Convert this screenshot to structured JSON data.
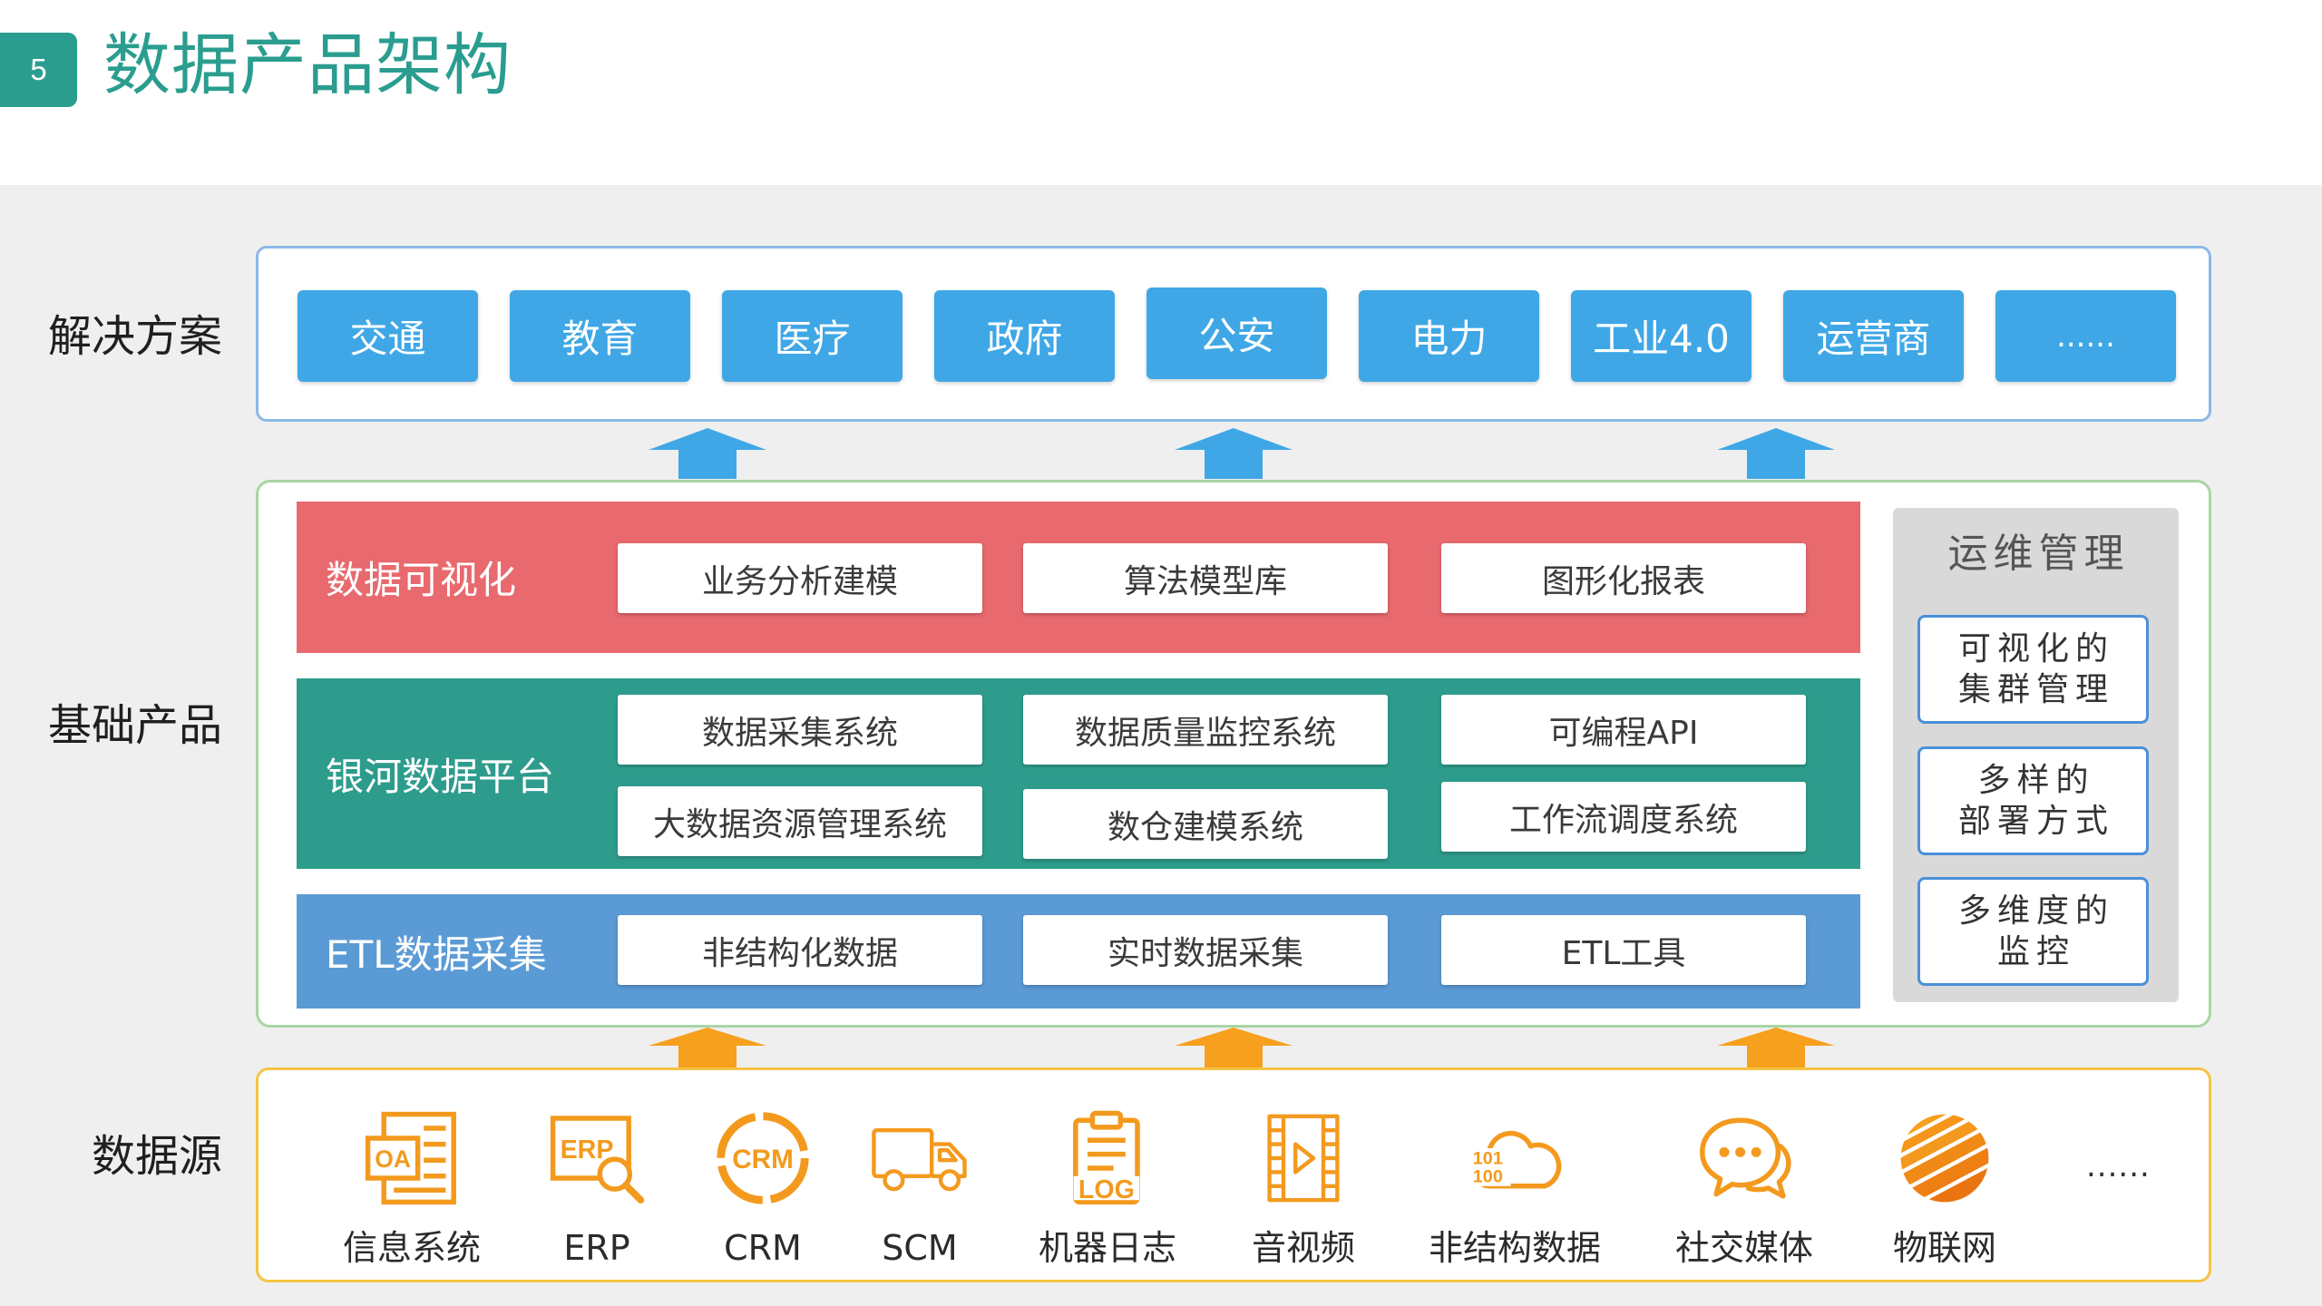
{
  "slide": {
    "number": "5",
    "title": "数据产品架构"
  },
  "row_labels": {
    "solutions": "解决方案",
    "base_products": "基础产品",
    "data_sources": "数据源"
  },
  "solutions": {
    "items": [
      "交通",
      "教育",
      "医疗",
      "政府",
      "公安",
      "电力",
      "工业4.0",
      "运营商",
      "......"
    ]
  },
  "base_products": {
    "layers": [
      {
        "label": "数据可视化",
        "items": [
          "业务分析建模",
          "算法模型库",
          "图形化报表"
        ]
      },
      {
        "label": "银河数据平台",
        "items": [
          "数据采集系统",
          "数据质量监控系统",
          "可编程API",
          "大数据资源管理系统",
          "数仓建模系统",
          "工作流调度系统"
        ]
      },
      {
        "label": "ETL数据采集",
        "items": [
          "非结构化数据",
          "实时数据采集",
          "ETL工具"
        ]
      }
    ],
    "ops": {
      "title": "运维管理",
      "items": [
        {
          "line1": "可视化的",
          "line2": "集群管理"
        },
        {
          "line1": "多样的",
          "line2": "部署方式"
        },
        {
          "line1": "多维度的",
          "line2": "监控"
        }
      ]
    }
  },
  "data_sources": {
    "items": [
      {
        "label": "信息系统",
        "icon": "oa-document-icon",
        "icon_text": "OA"
      },
      {
        "label": "ERP",
        "icon": "erp-search-icon",
        "icon_text": "ERP"
      },
      {
        "label": "CRM",
        "icon": "crm-ring-icon",
        "icon_text": "CRM"
      },
      {
        "label": "SCM",
        "icon": "truck-icon"
      },
      {
        "label": "机器日志",
        "icon": "log-clipboard-icon",
        "icon_text": "LOG"
      },
      {
        "label": "音视频",
        "icon": "film-play-icon"
      },
      {
        "label": "非结构数据",
        "icon": "binary-cloud-icon",
        "icon_text": [
          "101",
          "100"
        ]
      },
      {
        "label": "社交媒体",
        "icon": "chat-bubbles-icon"
      },
      {
        "label": "物联网",
        "icon": "striped-globe-icon"
      }
    ],
    "more": "......"
  },
  "colors": {
    "accent_teal": "#2a9d8f",
    "solution_button": "#3fa7e6",
    "visualization_layer": "#e8696e",
    "platform_layer": "#2e9c8c",
    "etl_layer": "#5b9bd5",
    "ops_panel": "#d9d9d9",
    "ops_border": "#4a90d9",
    "source_icon": "#f39a1e",
    "arrow_blue": "#3fa7e6",
    "arrow_orange": "#f7a01d"
  }
}
